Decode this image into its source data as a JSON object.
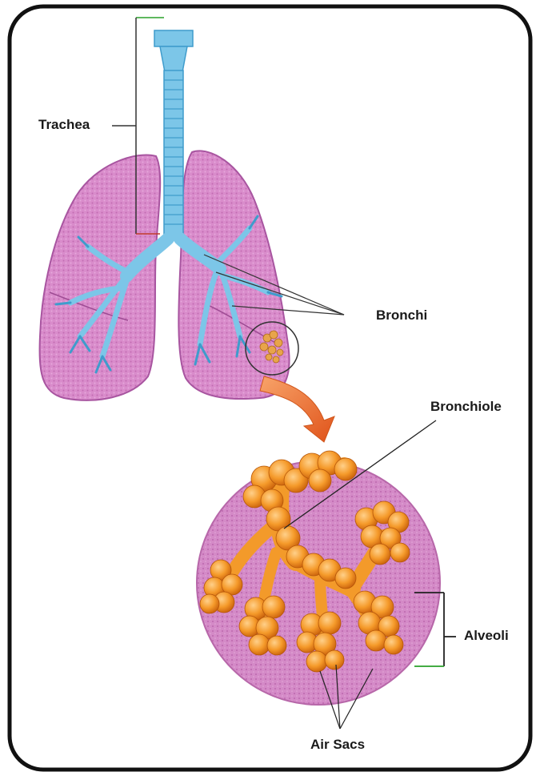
{
  "labels": {
    "trachea": "Trachea",
    "bronchi": "Bronchi",
    "bronchiole": "Bronchiole",
    "alveoli": "Alveoli",
    "air_sacs": "Air Sacs"
  },
  "colors": {
    "lung": "#d884c8",
    "lung_dark": "#b05aa2",
    "airway": "#7cc6e8",
    "airway_dark": "#3f9ccc",
    "alveoli": "#f39a2a",
    "alveoli_dark": "#d4650a",
    "arrow": "#ec6b25",
    "frame": "#111111",
    "bracket": "#2aa02a"
  }
}
